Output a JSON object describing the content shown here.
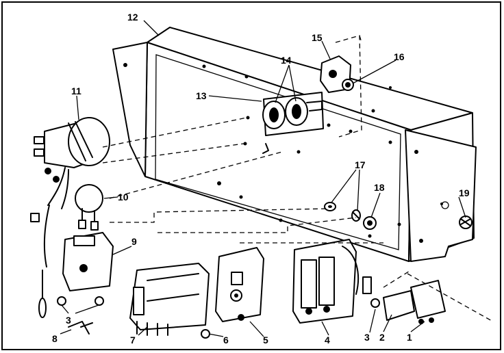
{
  "callouts": {
    "c1": "1",
    "c2": "2",
    "c3a": "3",
    "c3b": "3",
    "c4": "4",
    "c5": "5",
    "c6": "6",
    "c7": "7",
    "c8": "8",
    "c9": "9",
    "c10": "10",
    "c11": "11",
    "c12": "12",
    "c13": "13",
    "c14": "14",
    "c15": "15",
    "c16": "16",
    "c17": "17",
    "c18": "18",
    "c19": "19"
  }
}
